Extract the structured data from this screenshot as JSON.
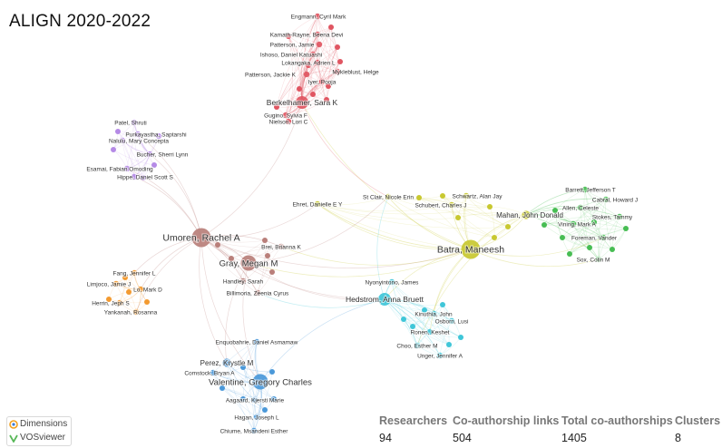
{
  "title": "ALIGN 2020-2022",
  "logos": {
    "dimensions": "Dimensions",
    "vosviewer": "VOSviewer"
  },
  "stats": [
    {
      "label": "Researchers",
      "value": "94"
    },
    {
      "label": "Co-authorship links",
      "value": "504"
    },
    {
      "label": "Total co-authorships",
      "value": "1405"
    },
    {
      "label": "Clusters",
      "value": "8"
    }
  ],
  "clusters": {
    "red": "#e05561",
    "purple": "#b58ae6",
    "brown": "#b97f7a",
    "orange": "#f39a30",
    "olive": "#c8c830",
    "green": "#47bd53",
    "cyan": "#3fc6d8",
    "blue": "#4a98d9"
  },
  "nodes": [
    {
      "id": "engmann",
      "label": "Engmann, Cyril Mark",
      "cluster": "red",
      "w": 1
    },
    {
      "id": "kamath",
      "label": "Kamath-Rayne, Beena Devi",
      "cluster": "red",
      "w": 1
    },
    {
      "id": "patterson_j",
      "label": "Patterson, Jamie",
      "cluster": "red",
      "w": 1
    },
    {
      "id": "ishoso",
      "label": "Ishoso, Daniel Katuashi",
      "cluster": "red",
      "w": 1
    },
    {
      "id": "lokangaka",
      "label": "Lokangaka, Adrien L",
      "cluster": "red",
      "w": 1
    },
    {
      "id": "mykleblust",
      "label": "Mykleblust, Helge",
      "cluster": "red",
      "w": 1
    },
    {
      "id": "patterson_jk",
      "label": "Patterson, Jackie K",
      "cluster": "red",
      "w": 1
    },
    {
      "id": "iyer",
      "label": "Iyer, Pooja",
      "cluster": "red",
      "w": 1
    },
    {
      "id": "berkelhamer",
      "label": "Berkelhamer, Sara K",
      "cluster": "red",
      "w": 3
    },
    {
      "id": "guginol",
      "label": "Gugino, Sylvia F",
      "cluster": "red",
      "w": 1
    },
    {
      "id": "nielson",
      "label": "Nielson, Lori C",
      "cluster": "red",
      "w": 1
    },
    {
      "id": "patel",
      "label": "Patel, Shruti",
      "cluster": "purple",
      "w": 1
    },
    {
      "id": "purkayastha",
      "label": "Purkayastha, Saptarshi",
      "cluster": "purple",
      "w": 1
    },
    {
      "id": "nalulu",
      "label": "Nalulu, Mary Concepta",
      "cluster": "purple",
      "w": 1
    },
    {
      "id": "bucher",
      "label": "Bucher, Sherri Lynn",
      "cluster": "purple",
      "w": 1
    },
    {
      "id": "esamai",
      "label": "Esamai, Fabian Omoding",
      "cluster": "purple",
      "w": 1
    },
    {
      "id": "hippe",
      "label": "Hippe, Daniel Scott S",
      "cluster": "purple",
      "w": 1
    },
    {
      "id": "umoren",
      "label": "Umoren, Rachel A",
      "cluster": "brown",
      "w": 5
    },
    {
      "id": "brei",
      "label": "Brei, Brianna K",
      "cluster": "brown",
      "w": 1
    },
    {
      "id": "gray",
      "label": "Gray, Megan M",
      "cluster": "brown",
      "w": 4
    },
    {
      "id": "handley",
      "label": "Handley, Sarah",
      "cluster": "brown",
      "w": 1
    },
    {
      "id": "billimoria",
      "label": "Billimoria, Zeenia Cyrus",
      "cluster": "brown",
      "w": 1
    },
    {
      "id": "fang",
      "label": "Fang, Jennifer L",
      "cluster": "orange",
      "w": 1
    },
    {
      "id": "limjoco",
      "label": "Limjoco, Jamie J",
      "cluster": "orange",
      "w": 1
    },
    {
      "id": "lo",
      "label": "Lo, Mark D",
      "cluster": "orange",
      "w": 1
    },
    {
      "id": "herrin",
      "label": "Herrin, Jeph S",
      "cluster": "orange",
      "w": 1
    },
    {
      "id": "yankanah",
      "label": "Yankanah, Rosanna",
      "cluster": "orange",
      "w": 1
    },
    {
      "id": "ehret",
      "label": "Ehret, Danielle E Y",
      "cluster": "olive",
      "w": 1
    },
    {
      "id": "stclair",
      "label": "St Clair, Nicole Erin",
      "cluster": "olive",
      "w": 1
    },
    {
      "id": "schwartz",
      "label": "Schwartz, Alan Jay",
      "cluster": "olive",
      "w": 1
    },
    {
      "id": "schubert",
      "label": "Schubert, Charles J",
      "cluster": "olive",
      "w": 1
    },
    {
      "id": "mahan",
      "label": "Mahan, John Donald",
      "cluster": "olive",
      "w": 2
    },
    {
      "id": "batra",
      "label": "Batra, Maneesh",
      "cluster": "olive",
      "w": 5
    },
    {
      "id": "barrett",
      "label": "Barrett, Jefferson T",
      "cluster": "green",
      "w": 1
    },
    {
      "id": "cabral",
      "label": "Cabral, Howard J",
      "cluster": "green",
      "w": 1
    },
    {
      "id": "allen",
      "label": "Allen, Celeste",
      "cluster": "green",
      "w": 1
    },
    {
      "id": "stokes",
      "label": "Stokes, Tammy",
      "cluster": "green",
      "w": 1
    },
    {
      "id": "vining",
      "label": "Vining, Mark A",
      "cluster": "green",
      "w": 1
    },
    {
      "id": "foreman",
      "label": "Foreman, Vander",
      "cluster": "green",
      "w": 1
    },
    {
      "id": "sox",
      "label": "Sox, Colin M",
      "cluster": "green",
      "w": 1
    },
    {
      "id": "nyonyintono",
      "label": "Nyonyintono, James",
      "cluster": "cyan",
      "w": 1
    },
    {
      "id": "hedstrom",
      "label": "Hedstrom, Anna Bruett",
      "cluster": "cyan",
      "w": 3
    },
    {
      "id": "kinuthia",
      "label": "Kinuthia, John",
      "cluster": "cyan",
      "w": 1
    },
    {
      "id": "osborn",
      "label": "Osborn, Lusi",
      "cluster": "cyan",
      "w": 1
    },
    {
      "id": "ronen",
      "label": "Ronen, Keshet",
      "cluster": "cyan",
      "w": 1
    },
    {
      "id": "choo",
      "label": "Choo, Esther M",
      "cluster": "cyan",
      "w": 1
    },
    {
      "id": "unger",
      "label": "Unger, Jennifer A",
      "cluster": "cyan",
      "w": 1
    },
    {
      "id": "enquobahrie",
      "label": "Enquobahrie, Daniel Asmamaw",
      "cluster": "blue",
      "w": 1
    },
    {
      "id": "perez",
      "label": "Perez, Krystle M",
      "cluster": "blue",
      "w": 2
    },
    {
      "id": "comstock",
      "label": "Comstock, Bryan A",
      "cluster": "blue",
      "w": 1
    },
    {
      "id": "valentine",
      "label": "Valentine, Gregory Charles",
      "cluster": "blue",
      "w": 4
    },
    {
      "id": "aagaard",
      "label": "Aagaard, Kjersti Marie",
      "cluster": "blue",
      "w": 1
    },
    {
      "id": "hagan",
      "label": "Hagan, Joseph L",
      "cluster": "blue",
      "w": 1
    },
    {
      "id": "chiume",
      "label": "Chiume, Msandeni Esther",
      "cluster": "blue",
      "w": 1
    }
  ]
}
